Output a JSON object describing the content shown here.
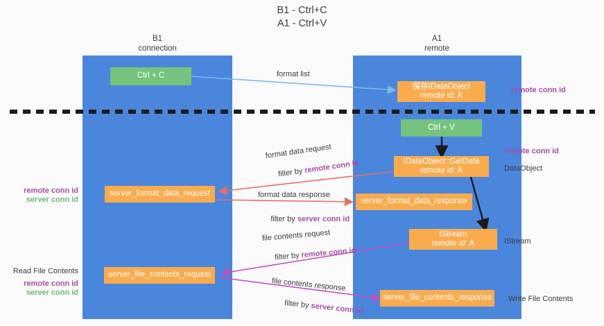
{
  "title": "B1 - Ctrl+C\nA1 - Ctrl+V",
  "columns": {
    "left": "B1\nconnection",
    "right": "A1\nremote"
  },
  "boxes": {
    "ctrl_c": "Ctrl + C",
    "ctrl_v": "Ctrl + V",
    "save_idataobject": "保存IDataObject\nremote id: A",
    "idataobject_getdata": "IDataObject::GetData\nremote id: A",
    "istream": "IStream\nremote id: A",
    "server_format_data_request": "server_format_data_request",
    "server_format_data_response": "server_format_data_response",
    "server_file_contents_request": "server_file_contents_request",
    "server_file_contents_response": "server_file_contents_response"
  },
  "arrow_labels": {
    "format_list": "format list",
    "format_data_request": "format data request",
    "format_data_request_filter_prefix": "filter by ",
    "format_data_request_filter_key": "remote conn id",
    "format_data_response": "format data response",
    "format_data_response_filter_prefix": "filter by ",
    "format_data_response_filter_key": "server conn id",
    "file_contents_request": "file contents request",
    "file_contents_request_filter_prefix": "filter by ",
    "file_contents_request_filter_key": "remote conn id",
    "file_contents_response": "file contents response",
    "file_contents_response_filter_prefix": "filter by ",
    "file_contents_response_filter_key": "server conn id"
  },
  "side_labels": {
    "right_remote_conn_id_top": "remote conn id",
    "right_remote_conn_id_mid": "remote conn id",
    "right_dataobject": "DataObject",
    "right_istream": "IStream",
    "right_write_file_contents": "Write File Contents",
    "left_remote_conn_id": "remote conn id",
    "left_server_conn_id": "server conn id",
    "left_read_file_contents": "Read File Contents",
    "left_remote_conn_id_2": "remote conn id",
    "left_server_conn_id_2": "server conn id"
  },
  "colors": {
    "lane": "#4a86dc",
    "green_box": "#76c37d",
    "orange_box": "#f9ab4e",
    "purple_text": "#a64ca6",
    "green_text": "#69bd72",
    "arrow_blue": "#7fb6e8",
    "arrow_red": "#ea6d64",
    "arrow_magenta": "#c44fc4",
    "arrow_black": "#1a1a1a",
    "background": "#fafafa"
  }
}
